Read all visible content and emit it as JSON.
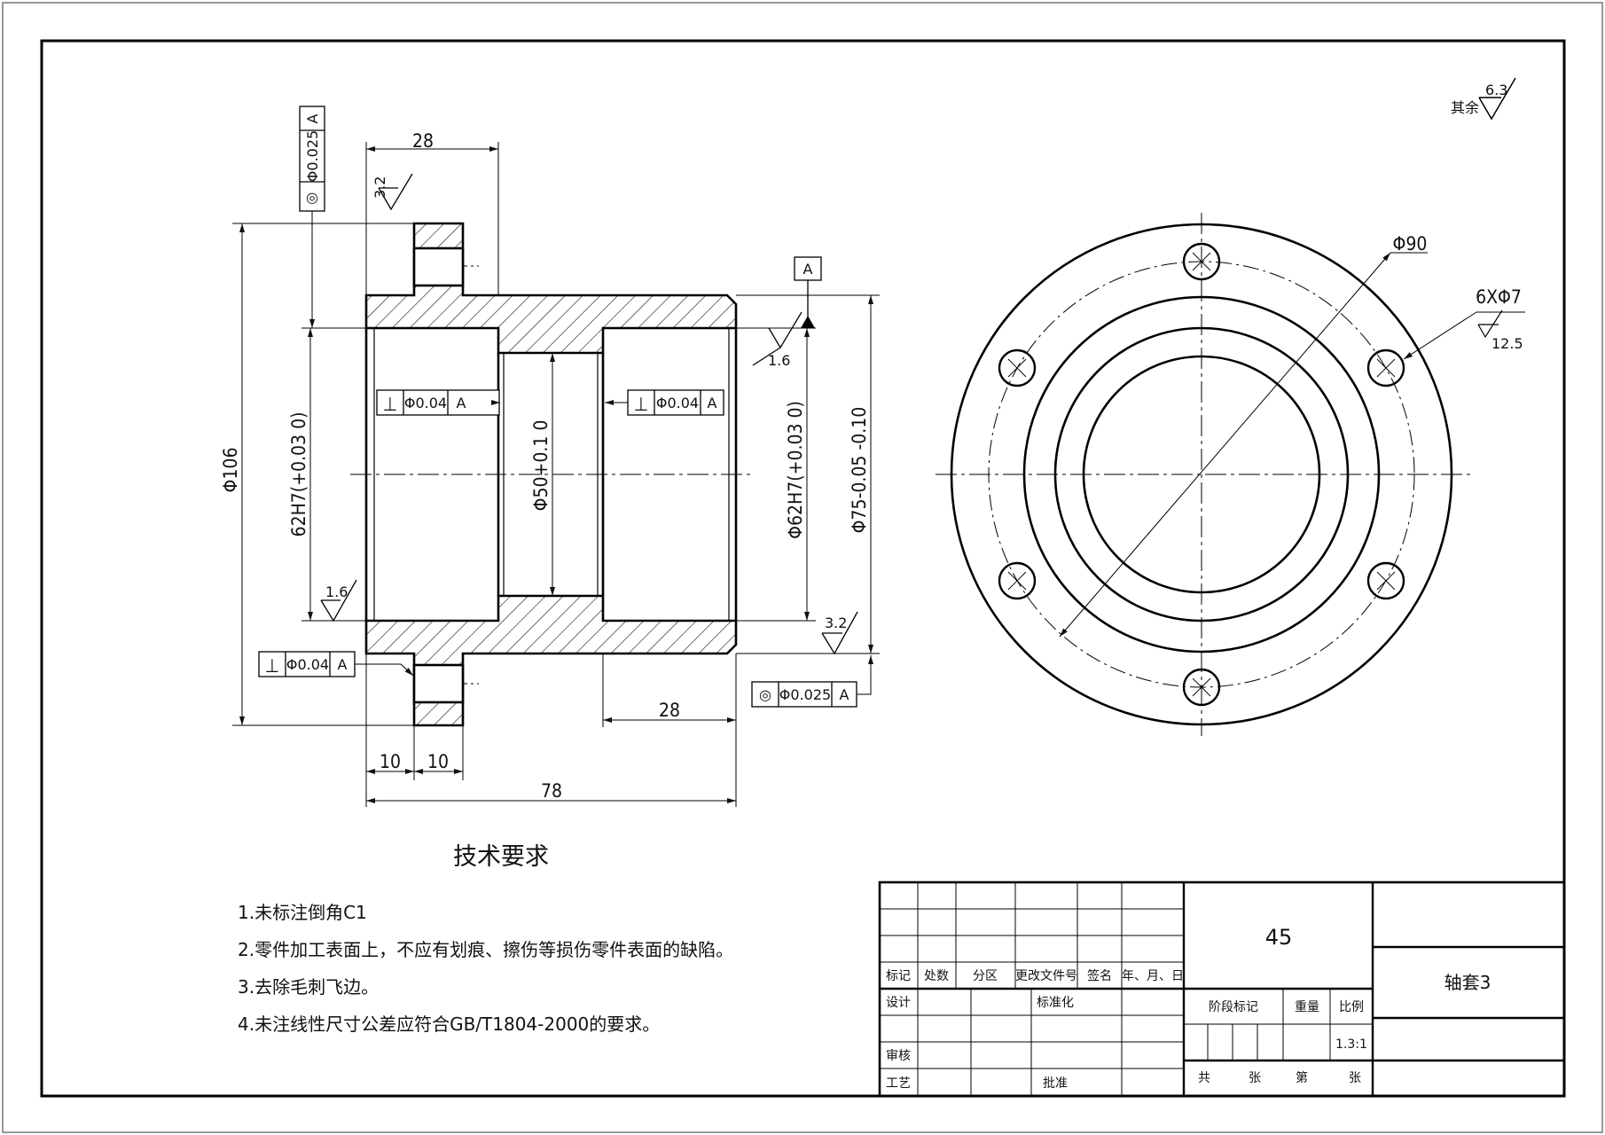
{
  "surface_note": {
    "label": "其余",
    "value": "6.3"
  },
  "dimensions": {
    "width_28_top": "28",
    "width_28_bottom": "28",
    "width_10_a": "10",
    "width_10_b": "10",
    "length_78": "78",
    "dia_106": "Φ106",
    "bore_left": "62H7(+0.03 0)",
    "bore_mid": "Φ50+0.1 0",
    "bore_right": "Φ62H7(+0.03 0)",
    "outer_75": "Φ75-0.05 -0.10",
    "pcd_90": "Φ90",
    "holes": "6XΦ7",
    "holes_roughness": "12.5"
  },
  "roughness": {
    "flange_top": "3.2",
    "right_bore": "1.6",
    "left_bore": "1.6",
    "right_outer": "3.2"
  },
  "tolerance_frames": {
    "concentric_top": {
      "symbol": "◎",
      "value": "Φ0.025",
      "datum": "A"
    },
    "perp_left": {
      "symbol": "⊥",
      "value": "Φ0.04",
      "datum": "A"
    },
    "perp_right": {
      "symbol": "⊥",
      "value": "Φ0.04",
      "datum": "A"
    },
    "perp_bottom": {
      "symbol": "⊥",
      "value": "Φ0.04",
      "datum": "A"
    },
    "concentric_bottom": {
      "symbol": "◎",
      "value": "Φ0.025",
      "datum": "A"
    },
    "datum_label": "A"
  },
  "requirements": {
    "title": "技术要求",
    "items": [
      "1.未标注倒角C1",
      "2.零件加工表面上，不应有划痕、擦伤等损伤零件表面的缺陷。",
      "3.去除毛刺飞边。",
      "4.未注线性尺寸公差应符合GB/T1804-2000的要求。"
    ]
  },
  "title_block": {
    "material": "45",
    "part_name": "轴套3",
    "headers": [
      "标记",
      "处数",
      "分区",
      "更改文件号",
      "签名",
      "年、月、日"
    ],
    "design": "设计",
    "standardize": "标准化",
    "review": "审核",
    "process": "工艺",
    "approve": "批准",
    "stage_mark": "阶段标记",
    "weight": "重量",
    "scale_label": "比例",
    "scale_value": "1.3:1",
    "total": "共",
    "sheets": "张",
    "sheet_no": "第",
    "sheets2": "张"
  }
}
